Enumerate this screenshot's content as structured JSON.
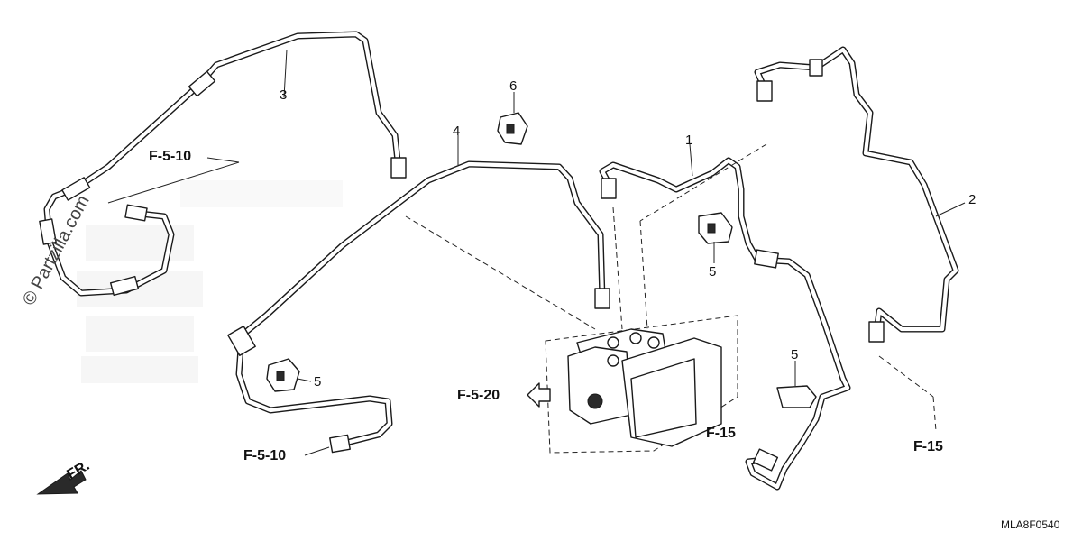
{
  "watermark": "© Partzilla.com",
  "diagram_code": "MLA8F0540",
  "direction_label": "FR.",
  "callouts": {
    "p1": "1",
    "p2": "2",
    "p3": "3",
    "p4": "4",
    "p5a": "5",
    "p5b": "5",
    "p5c": "5",
    "p6": "6"
  },
  "references": {
    "f510_top": "F-5-10",
    "f510_bottom": "F-5-10",
    "f520": "F-5-20",
    "f15_center": "F-15",
    "f15_right": "F-15"
  }
}
